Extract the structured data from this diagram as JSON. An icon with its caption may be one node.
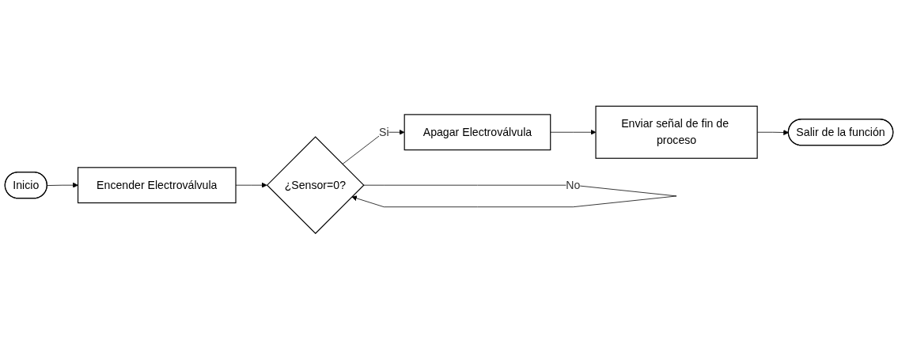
{
  "diagram": {
    "nodes": [
      {
        "text": [
          "Inicio"
        ]
      },
      {
        "text": [
          "Encender Electroválvula"
        ]
      },
      {
        "text": [
          "¿Sensor=0?"
        ]
      },
      {
        "text": [
          "Apagar Electroválvula"
        ]
      },
      {
        "text": [
          "Enviar señal de fin de proceso"
        ]
      },
      {
        "text": [
          "Salir de la función"
        ]
      }
    ],
    "edges": [
      {
        "from": 0,
        "to": 1,
        "arrow": "to"
      },
      {
        "from": 1,
        "to": 2,
        "arrow": "to"
      },
      {
        "from": 2,
        "to": 3,
        "label": "Si",
        "arrow": "to"
      },
      {
        "from": 3,
        "to": 4,
        "arrow": "to"
      },
      {
        "from": 4,
        "to": 5,
        "arrow": "to"
      },
      {
        "from": 2,
        "to": 2,
        "label": "No",
        "arrow": "to"
      }
    ]
  }
}
